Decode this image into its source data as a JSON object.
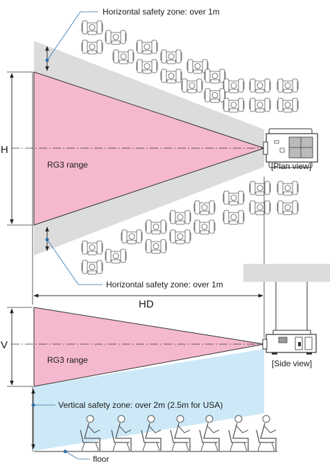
{
  "labels": {
    "h_safety_top": "Horizontal safety zone: over 1m",
    "h_safety_bottom": "Horizontal safety zone: over 1m",
    "rg3_plan": "RG3 range",
    "rg3_side": "RG3 range",
    "plan_view": "[Plan view]",
    "side_view": "[Side view]",
    "dim_h": "H",
    "dim_hd": "HD",
    "dim_v": "V",
    "v_safety": "Vertical safety zone: over 2m (2.5m for USA)",
    "floor": "floor"
  },
  "colors": {
    "rg3_zone": "#f5b9cf",
    "h_safety_zone": "#dcdcdc",
    "v_safety_zone": "#cde9f7",
    "callout_line": "#2f6fa8",
    "callout_dot": "#2f6fa8"
  },
  "icons": {
    "projector_plan": "projector-top-icon",
    "projector_side": "projector-side-icon",
    "audience": "seated-person-icon"
  }
}
